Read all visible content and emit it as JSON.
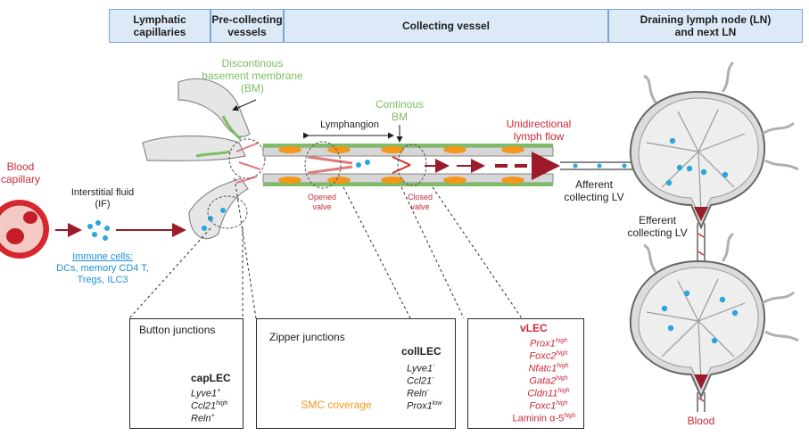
{
  "headers": [
    {
      "id": "lymphatic",
      "text": "Lymphatic\ncapillaries"
    },
    {
      "id": "precollecting",
      "text": "Pre-collecting\nvessels"
    },
    {
      "id": "collecting",
      "text": "Collecting vessel"
    },
    {
      "id": "draining",
      "text": "Draining lymph node (LN)\nand next LN"
    }
  ],
  "labels": {
    "blood_capillary": "Blood\ncapillary",
    "interstitial_fluid": "Interstitial fluid\n(IF)",
    "immune_cells_title": "Immune cells:",
    "immune_cells_list": "DCs, memory CD4 T,\nTregs, ILC3",
    "discontinuous_bm": "Discontinous\nbasement membrane\n(BM)",
    "continuous_bm": "Continous\nBM",
    "lymphangion": "Lymphangion",
    "opened_valve": "Opened\nvalve",
    "closed_valve": "Closed\nvalve",
    "unidirectional_flow": "Unidirectional\nlymph flow",
    "afferent": "Afferent\ncollecting LV",
    "efferent": "Efferent\ncollecting LV",
    "blood": "Blood"
  },
  "box_button": {
    "title": "Button  junctions",
    "cell_type": "capLEC",
    "markers": [
      {
        "gene": "Lyve1",
        "sup": "+"
      },
      {
        "gene": "Ccl21",
        "sup": "high"
      },
      {
        "gene": "Reln",
        "sup": "+"
      }
    ]
  },
  "box_zipper": {
    "title": "Zipper junctions",
    "smc": "SMC coverage",
    "cell_type": "collLEC",
    "markers": [
      {
        "gene": "Lyve1",
        "sup": "-"
      },
      {
        "gene": "Ccl21",
        "sup": "-"
      },
      {
        "gene": "Reln",
        "sup": "-"
      },
      {
        "gene": "Prox1",
        "sup": "low"
      }
    ]
  },
  "box_valve": {
    "cell_type": "vLEC",
    "markers": [
      {
        "gene": "Prox1",
        "sup": "high"
      },
      {
        "gene": "Foxc2",
        "sup": "high"
      },
      {
        "gene": "Nfatc1",
        "sup": "high"
      },
      {
        "gene": "Gata2",
        "sup": "high"
      },
      {
        "gene": "Cldn11",
        "sup": "high"
      },
      {
        "gene": "Foxc1",
        "sup": "high"
      },
      {
        "gene": "Laminin α-5",
        "sup": "high"
      }
    ]
  },
  "colors": {
    "red": "#c72c3b",
    "dark_red": "#9b1b2a",
    "green": "#7cbe63",
    "blue": "#1d8fd8",
    "orange": "#f2971c",
    "header_fill": "#dce9f7"
  }
}
